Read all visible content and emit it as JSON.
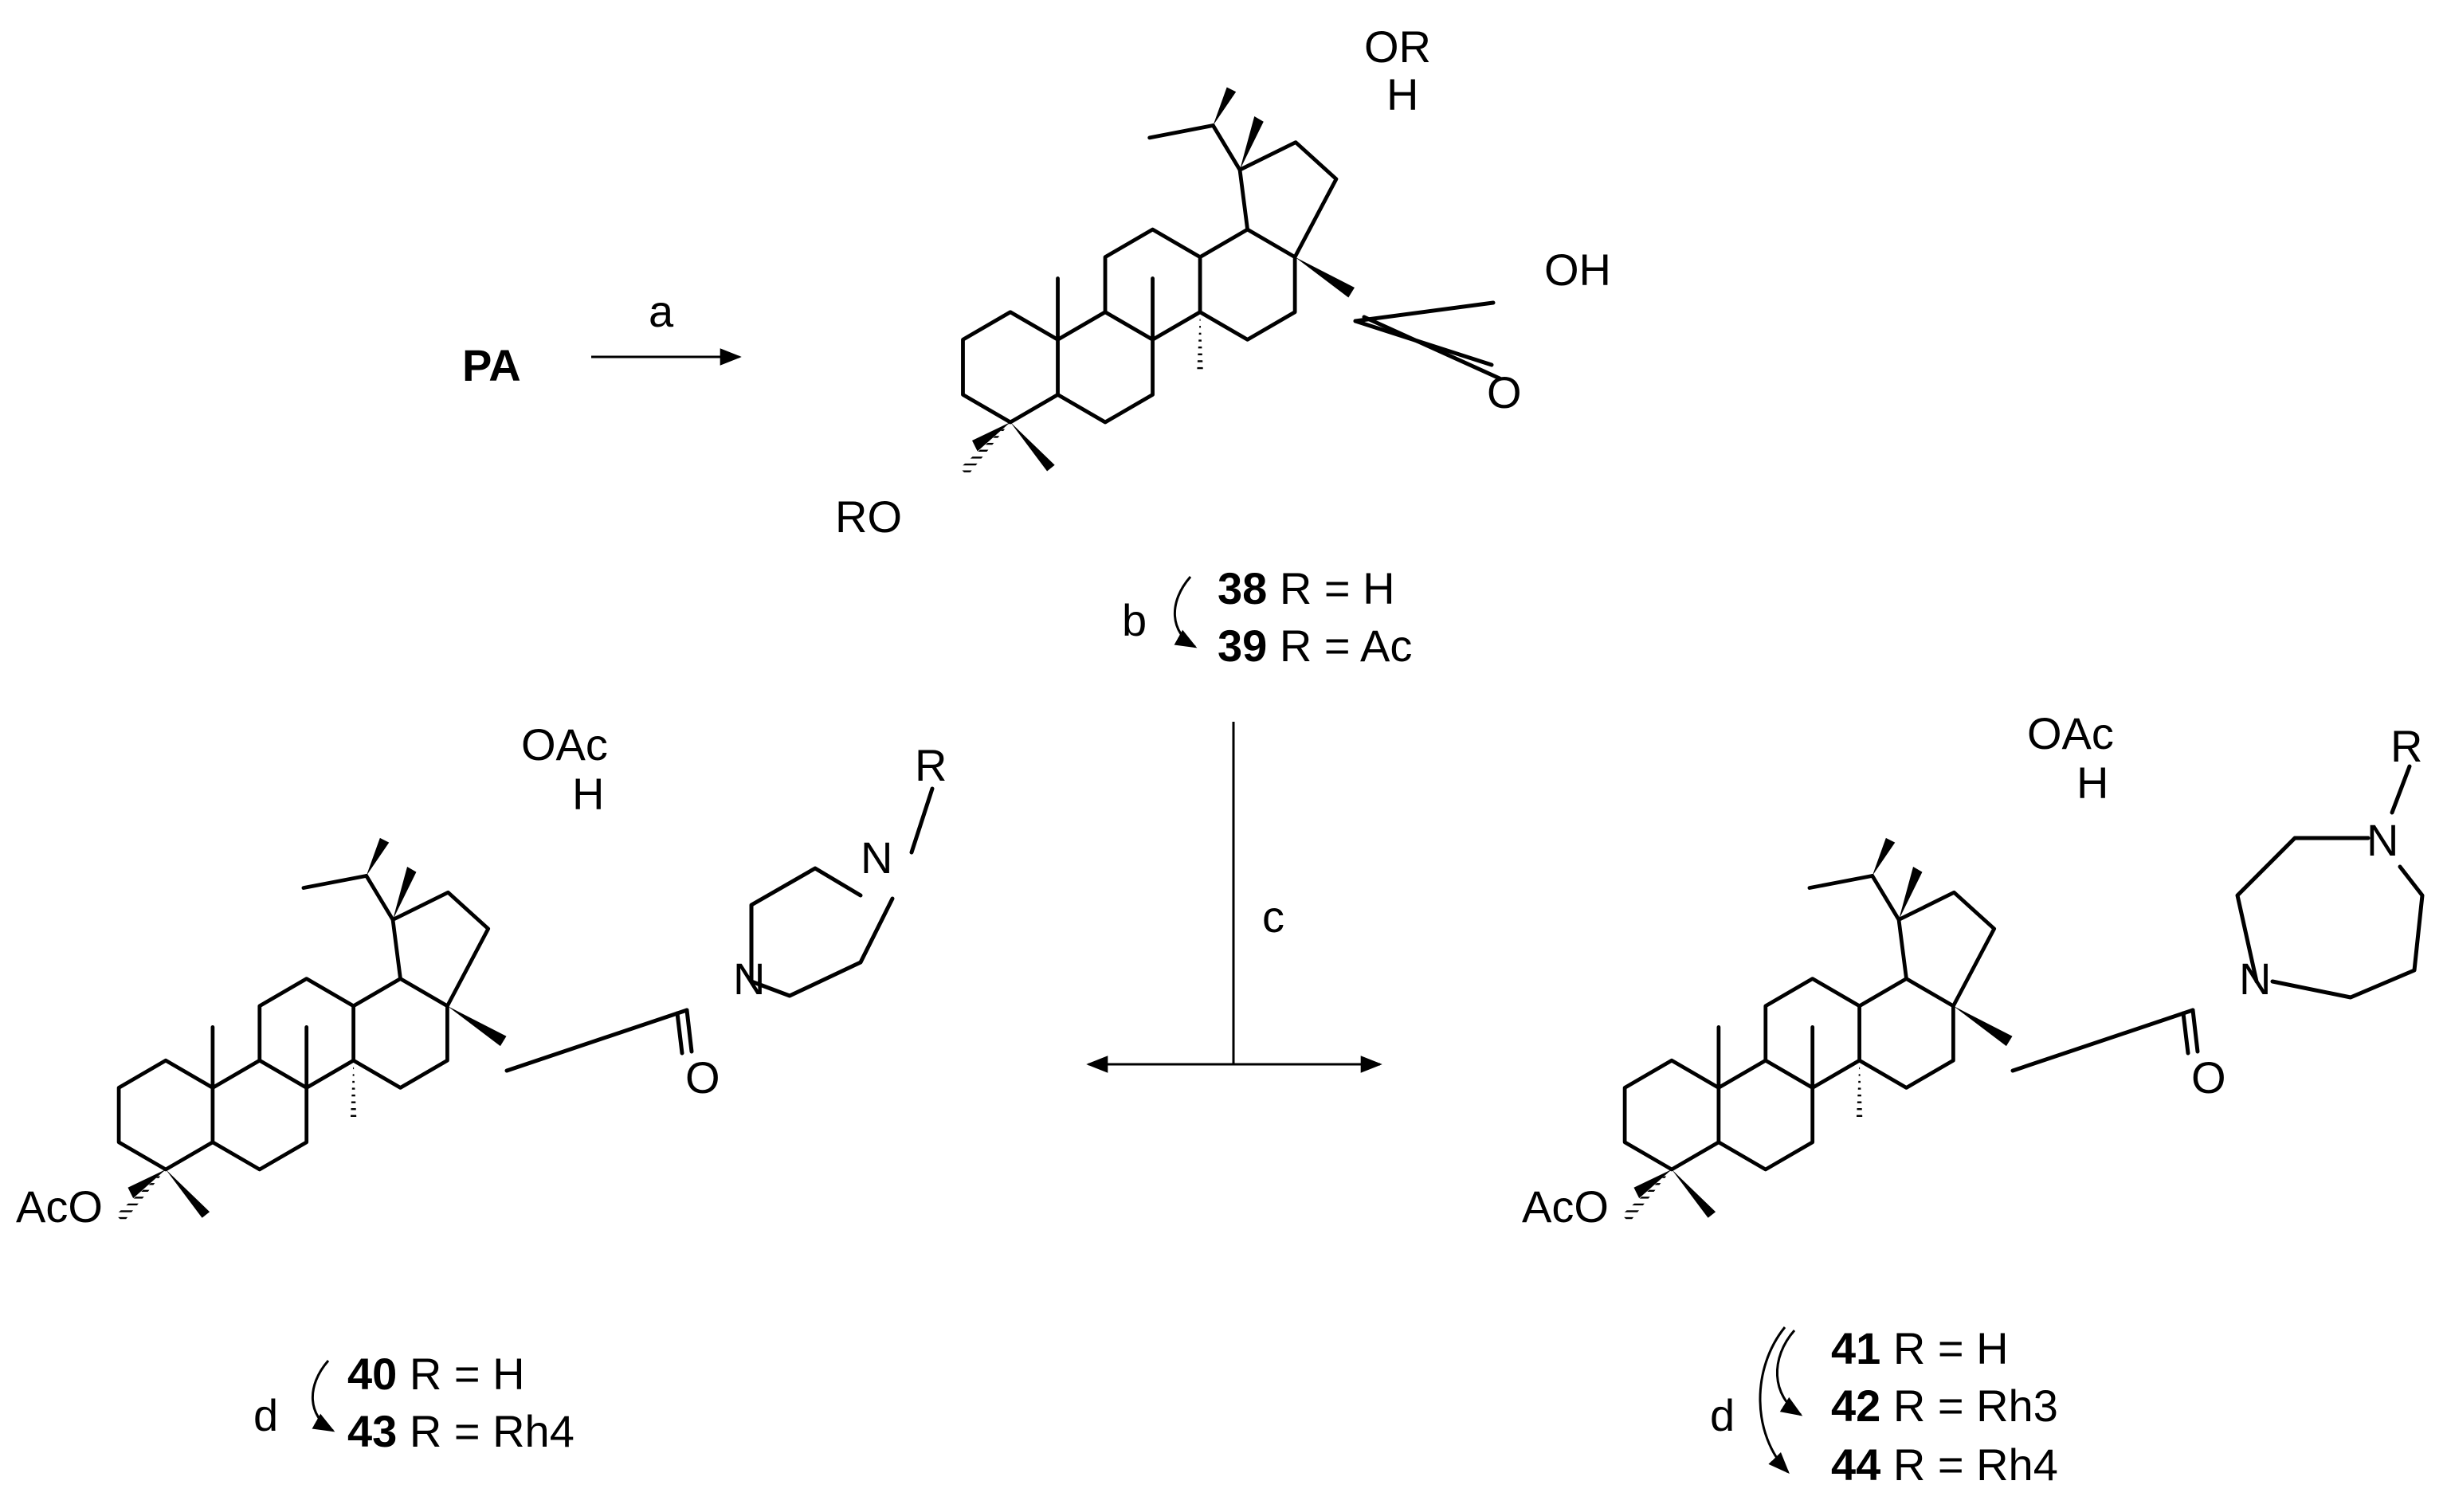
{
  "start_material": "PA",
  "steps": {
    "a": "a",
    "b": "b",
    "c": "c",
    "d1": "d",
    "d2": "d"
  },
  "top": {
    "substituent_top": "OR",
    "h_label": "H",
    "acid_oh": "OH",
    "carbonyl_o": "O",
    "ro_label": "RO",
    "compounds": [
      {
        "num": "38",
        "text": " R = H"
      },
      {
        "num": "39",
        "text": " R = Ac"
      }
    ]
  },
  "left": {
    "substituent_top": "OAc",
    "h_label": "H",
    "n_amide": "N",
    "n_r": "N",
    "r_label": "R",
    "carbonyl_o": "O",
    "aco_label": "AcO",
    "compounds": [
      {
        "num": "40",
        "text": " R = H"
      },
      {
        "num": "43",
        "text": " R = Rh4"
      }
    ]
  },
  "right": {
    "substituent_top": "OAc",
    "h_label": "H",
    "n_amide": "N",
    "n_r": "N",
    "r_label": "R",
    "carbonyl_o": "O",
    "aco_label": "AcO",
    "compounds": [
      {
        "num": "41",
        "text": " R = H"
      },
      {
        "num": "42",
        "text": " R = Rh3"
      },
      {
        "num": "44",
        "text": " R = Rh4"
      }
    ]
  },
  "colors": {
    "ink": "#000000",
    "background": "#ffffff"
  }
}
